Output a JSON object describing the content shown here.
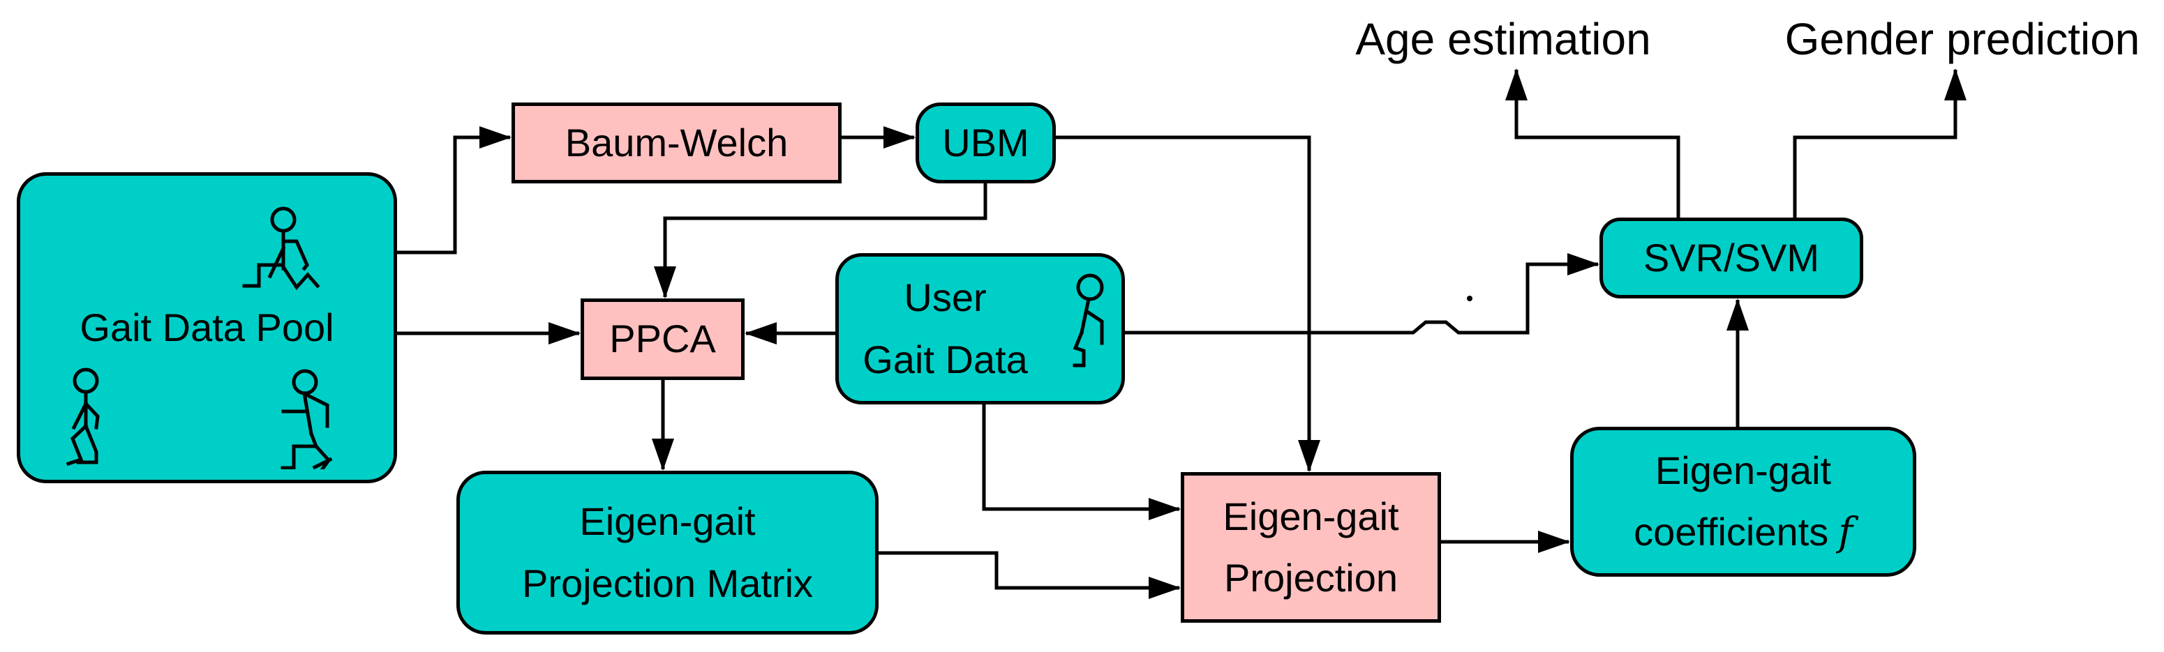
{
  "colors": {
    "cyan": "#00cfc8",
    "pink": "#ffc0c0",
    "line": "#000000",
    "bg": "#ffffff"
  },
  "outputs": {
    "age_label": "Age estimation",
    "gender_label": "Gender prediction"
  },
  "nodes": {
    "gait_data_pool": {
      "label": "Gait Data Pool"
    },
    "baum_welch": {
      "label": "Baum-Welch"
    },
    "ubm": {
      "label": "UBM"
    },
    "ppca": {
      "label": "PPCA"
    },
    "user_gait_data": {
      "line1": "User",
      "line2": "Gait Data"
    },
    "eigen_gait_projection_matrix": {
      "line1": "Eigen-gait",
      "line2": "Projection Matrix"
    },
    "eigen_gait_projection": {
      "line1": "Eigen-gait",
      "line2": "Projection"
    },
    "eigen_gait_coefficients": {
      "line1": "Eigen-gait",
      "line2": "coefficients",
      "symbol": "f"
    },
    "svr_svm": {
      "label": "SVR/SVM"
    }
  },
  "icons": {
    "walking_figure": "stick-figure-walking",
    "standing_figure": "stick-figure-standing",
    "crouching_figure": "stick-figure-crouching",
    "user_figure": "stick-figure-seated"
  }
}
